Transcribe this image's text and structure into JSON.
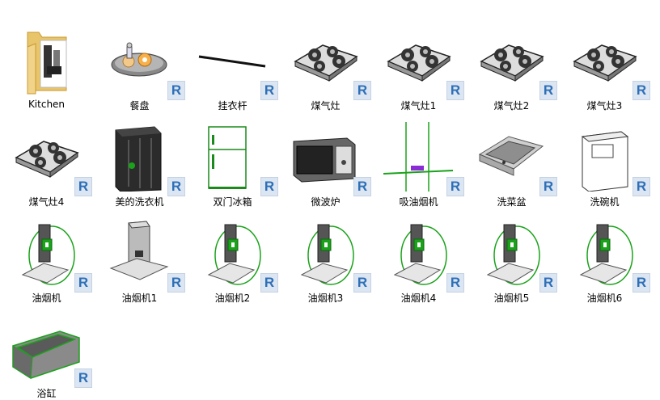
{
  "badge_letter": "R",
  "items": [
    {
      "label": "Kitchen",
      "icon": "folder-icon"
    },
    {
      "label": "餐盘",
      "icon": "tray-icon"
    },
    {
      "label": "挂衣杆",
      "icon": "rod-icon"
    },
    {
      "label": "煤气灶",
      "icon": "stove-icon"
    },
    {
      "label": "煤气灶1",
      "icon": "stove-icon"
    },
    {
      "label": "煤气灶2",
      "icon": "stove-icon"
    },
    {
      "label": "煤气灶3",
      "icon": "stove-icon"
    },
    {
      "label": "煤气灶4",
      "icon": "stove-icon"
    },
    {
      "label": "美的洗衣机",
      "icon": "washer-icon"
    },
    {
      "label": "双门冰箱",
      "icon": "fridge-icon"
    },
    {
      "label": "微波炉",
      "icon": "microwave-icon"
    },
    {
      "label": "吸油烟机",
      "icon": "rangehood-plan-icon"
    },
    {
      "label": "洗菜盆",
      "icon": "sink-icon"
    },
    {
      "label": "洗碗机",
      "icon": "dishwasher-icon"
    },
    {
      "label": "油烟机",
      "icon": "hood-icon"
    },
    {
      "label": "油烟机1",
      "icon": "hood-steel-icon"
    },
    {
      "label": "油烟机2",
      "icon": "hood-icon"
    },
    {
      "label": "油烟机3",
      "icon": "hood-icon"
    },
    {
      "label": "油烟机4",
      "icon": "hood-icon"
    },
    {
      "label": "油烟机5",
      "icon": "hood-icon"
    },
    {
      "label": "油烟机6",
      "icon": "hood-icon"
    },
    {
      "label": "浴缸",
      "icon": "bathtub-icon"
    }
  ]
}
